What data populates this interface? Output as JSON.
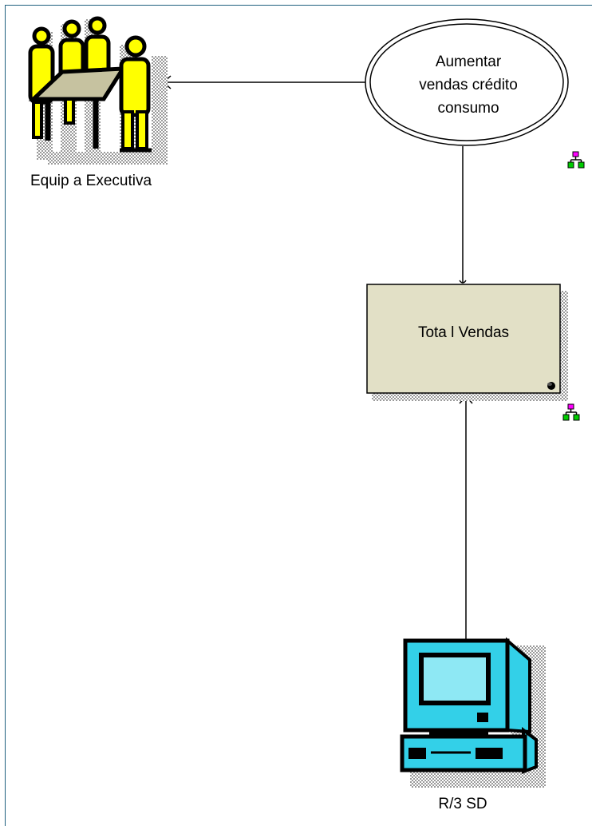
{
  "diagram": {
    "goal": {
      "lines": [
        "Aumentar",
        "vendas crédito",
        "consumo"
      ]
    },
    "actor": {
      "label": "Equip a Executiva",
      "icon": "meeting-people-icon"
    },
    "measure": {
      "label": "Tota l Vendas"
    },
    "system": {
      "label": "R/3 SD",
      "icon": "computer-icon"
    },
    "markers": [
      {
        "icon": "hierarchy-icon"
      },
      {
        "icon": "hierarchy-icon"
      }
    ],
    "colors": {
      "frame": "#1f5f7f",
      "measure_fill": "#e2e0c6",
      "person_fill": "#ffff00",
      "monitor_fill": "#33d0e8",
      "hierarchy_top": "#ff00ff",
      "hierarchy_bottom": "#00cc00"
    }
  }
}
